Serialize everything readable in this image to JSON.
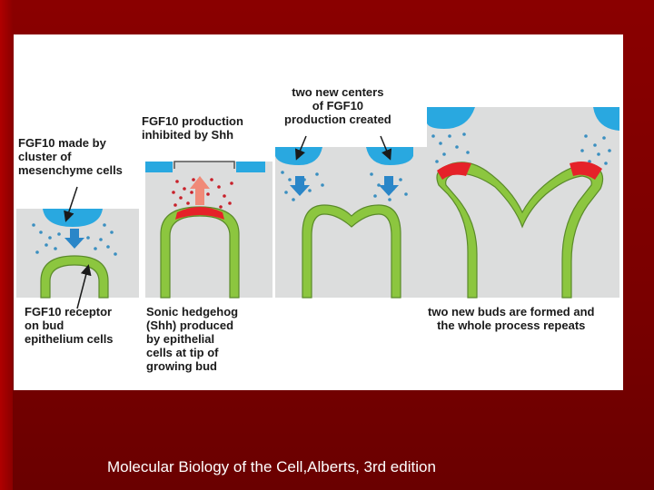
{
  "figure": {
    "labels": {
      "fgf10_made_by": "FGF10 made by\ncluster of\nmesenchyme cells",
      "fgf10_receptor": "FGF10 receptor\non bud\nepithelium cells",
      "fgf10_inhibited": "FGF10 production\ninhibited by Shh",
      "sonic_hedgehog": "Sonic hedgehog\n(Shh) produced\nby epithelial\ncells at tip of\ngrowing bud",
      "two_new_centers": "two new centers\nof FGF10\nproduction created",
      "two_new_buds": "two new buds are formed and\nthe whole process repeats"
    },
    "colors": {
      "panel_background": "#dcdddd",
      "mesenchyme_cluster": "#29a8e0",
      "fgf10_dots": "#3a8fc0",
      "epithelium": "#8cc63f",
      "epithelium_outline": "#5a8a2a",
      "shh_tip": "#e52229",
      "shh_dots": "#c8202a",
      "arrow_blue": "#2a86c8",
      "arrow_salmon": "#f08a78"
    }
  },
  "caption": "Molecular Biology of the Cell,Alberts, 3rd edition"
}
